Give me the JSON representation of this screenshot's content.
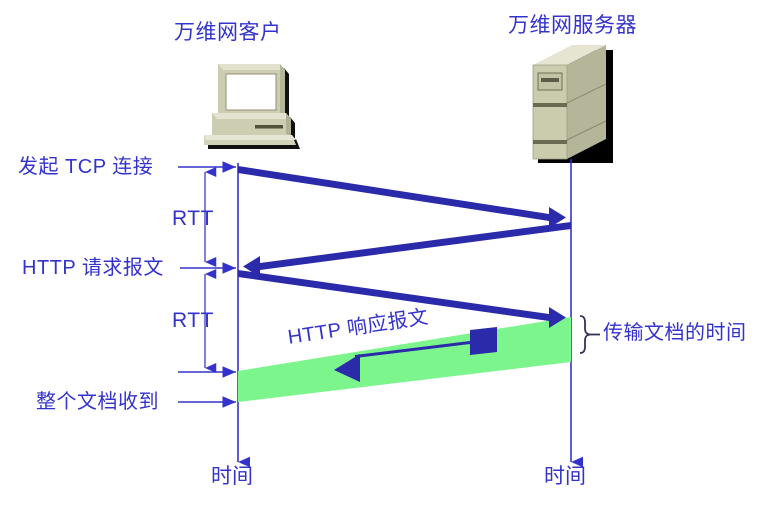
{
  "diagram": {
    "type": "http-request-response-timeline",
    "background_color": "#ffffff",
    "accent_color": "#3333cc",
    "arrow_color": "#2a2aaa",
    "band_color": "#7cf58c",
    "device_color": "#c9c9ac"
  },
  "titles": {
    "client": "万维网客户",
    "server": "万维网服务器"
  },
  "icons": {
    "client": "desktop-computer-icon",
    "server": "server-tower-icon"
  },
  "events": [
    {
      "id": "tcp-init",
      "label": "发起 TCP 连接"
    },
    {
      "id": "http-request",
      "label": "HTTP 请求报文"
    },
    {
      "id": "doc-received",
      "label": "整个文档收到"
    }
  ],
  "measures": [
    {
      "id": "rtt-1",
      "label": "RTT"
    },
    {
      "id": "rtt-2",
      "label": "RTT"
    },
    {
      "id": "transfer-time",
      "label": "传输文档的时间"
    }
  ],
  "flows": [
    {
      "id": "http-response",
      "label": "HTTP 响应报文"
    }
  ],
  "axes": {
    "client_time": "时间",
    "server_time": "时间"
  }
}
